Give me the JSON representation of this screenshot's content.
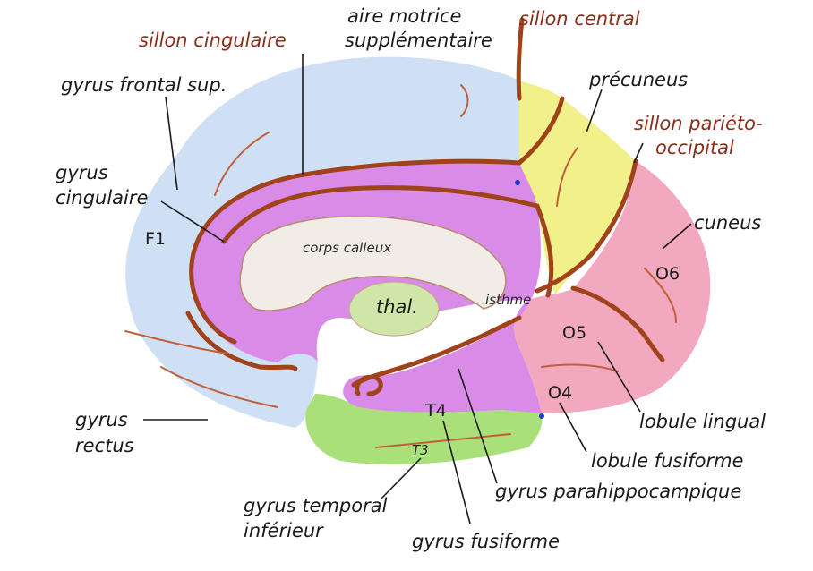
{
  "labels": {
    "aire_motrice_line1": "aire motrice",
    "aire_motrice_line2": "supplémentaire",
    "sillon_central": "sillon central",
    "sillon_cingulaire": "sillon cingulaire",
    "gyrus_frontal_sup": "gyrus frontal sup.",
    "precuneus": "précuneus",
    "sillon_parieto_line1": "sillon pariéto-",
    "sillon_parieto_line2": "occipital",
    "gyrus_cingulaire_line1": "gyrus",
    "gyrus_cingulaire_line2": "cingulaire",
    "cuneus": "cuneus",
    "f1": "F1",
    "corps_calleux": "corps calleux",
    "o6": "O6",
    "thal": "thal.",
    "isthme": "isthme",
    "o5": "O5",
    "o4": "O4",
    "gyrus_rectus_line1": "gyrus",
    "gyrus_rectus_line2": "rectus",
    "t4": "T4",
    "lobule_lingual": "lobule lingual",
    "t3": "T3",
    "lobule_fusiforme": "lobule fusiforme",
    "gyrus_parahippocampique": "gyrus parahippocampique",
    "gyrus_temporal_line1": "gyrus temporal",
    "gyrus_temporal_line2": "inférieur",
    "gyrus_fusiforme": "gyrus fusiforme"
  },
  "colors": {
    "frontal": "#cfe0f5",
    "cingulate": "#d98be8",
    "precuneus": "#f2f08a",
    "occipital": "#f2a9bf",
    "temporal": "#a9e07a",
    "corpus_callosum": "#f1ece6",
    "thalamus": "#cfe6a8",
    "sulcus": "#a0421a",
    "sulcus_label": "#8a2e1a"
  }
}
